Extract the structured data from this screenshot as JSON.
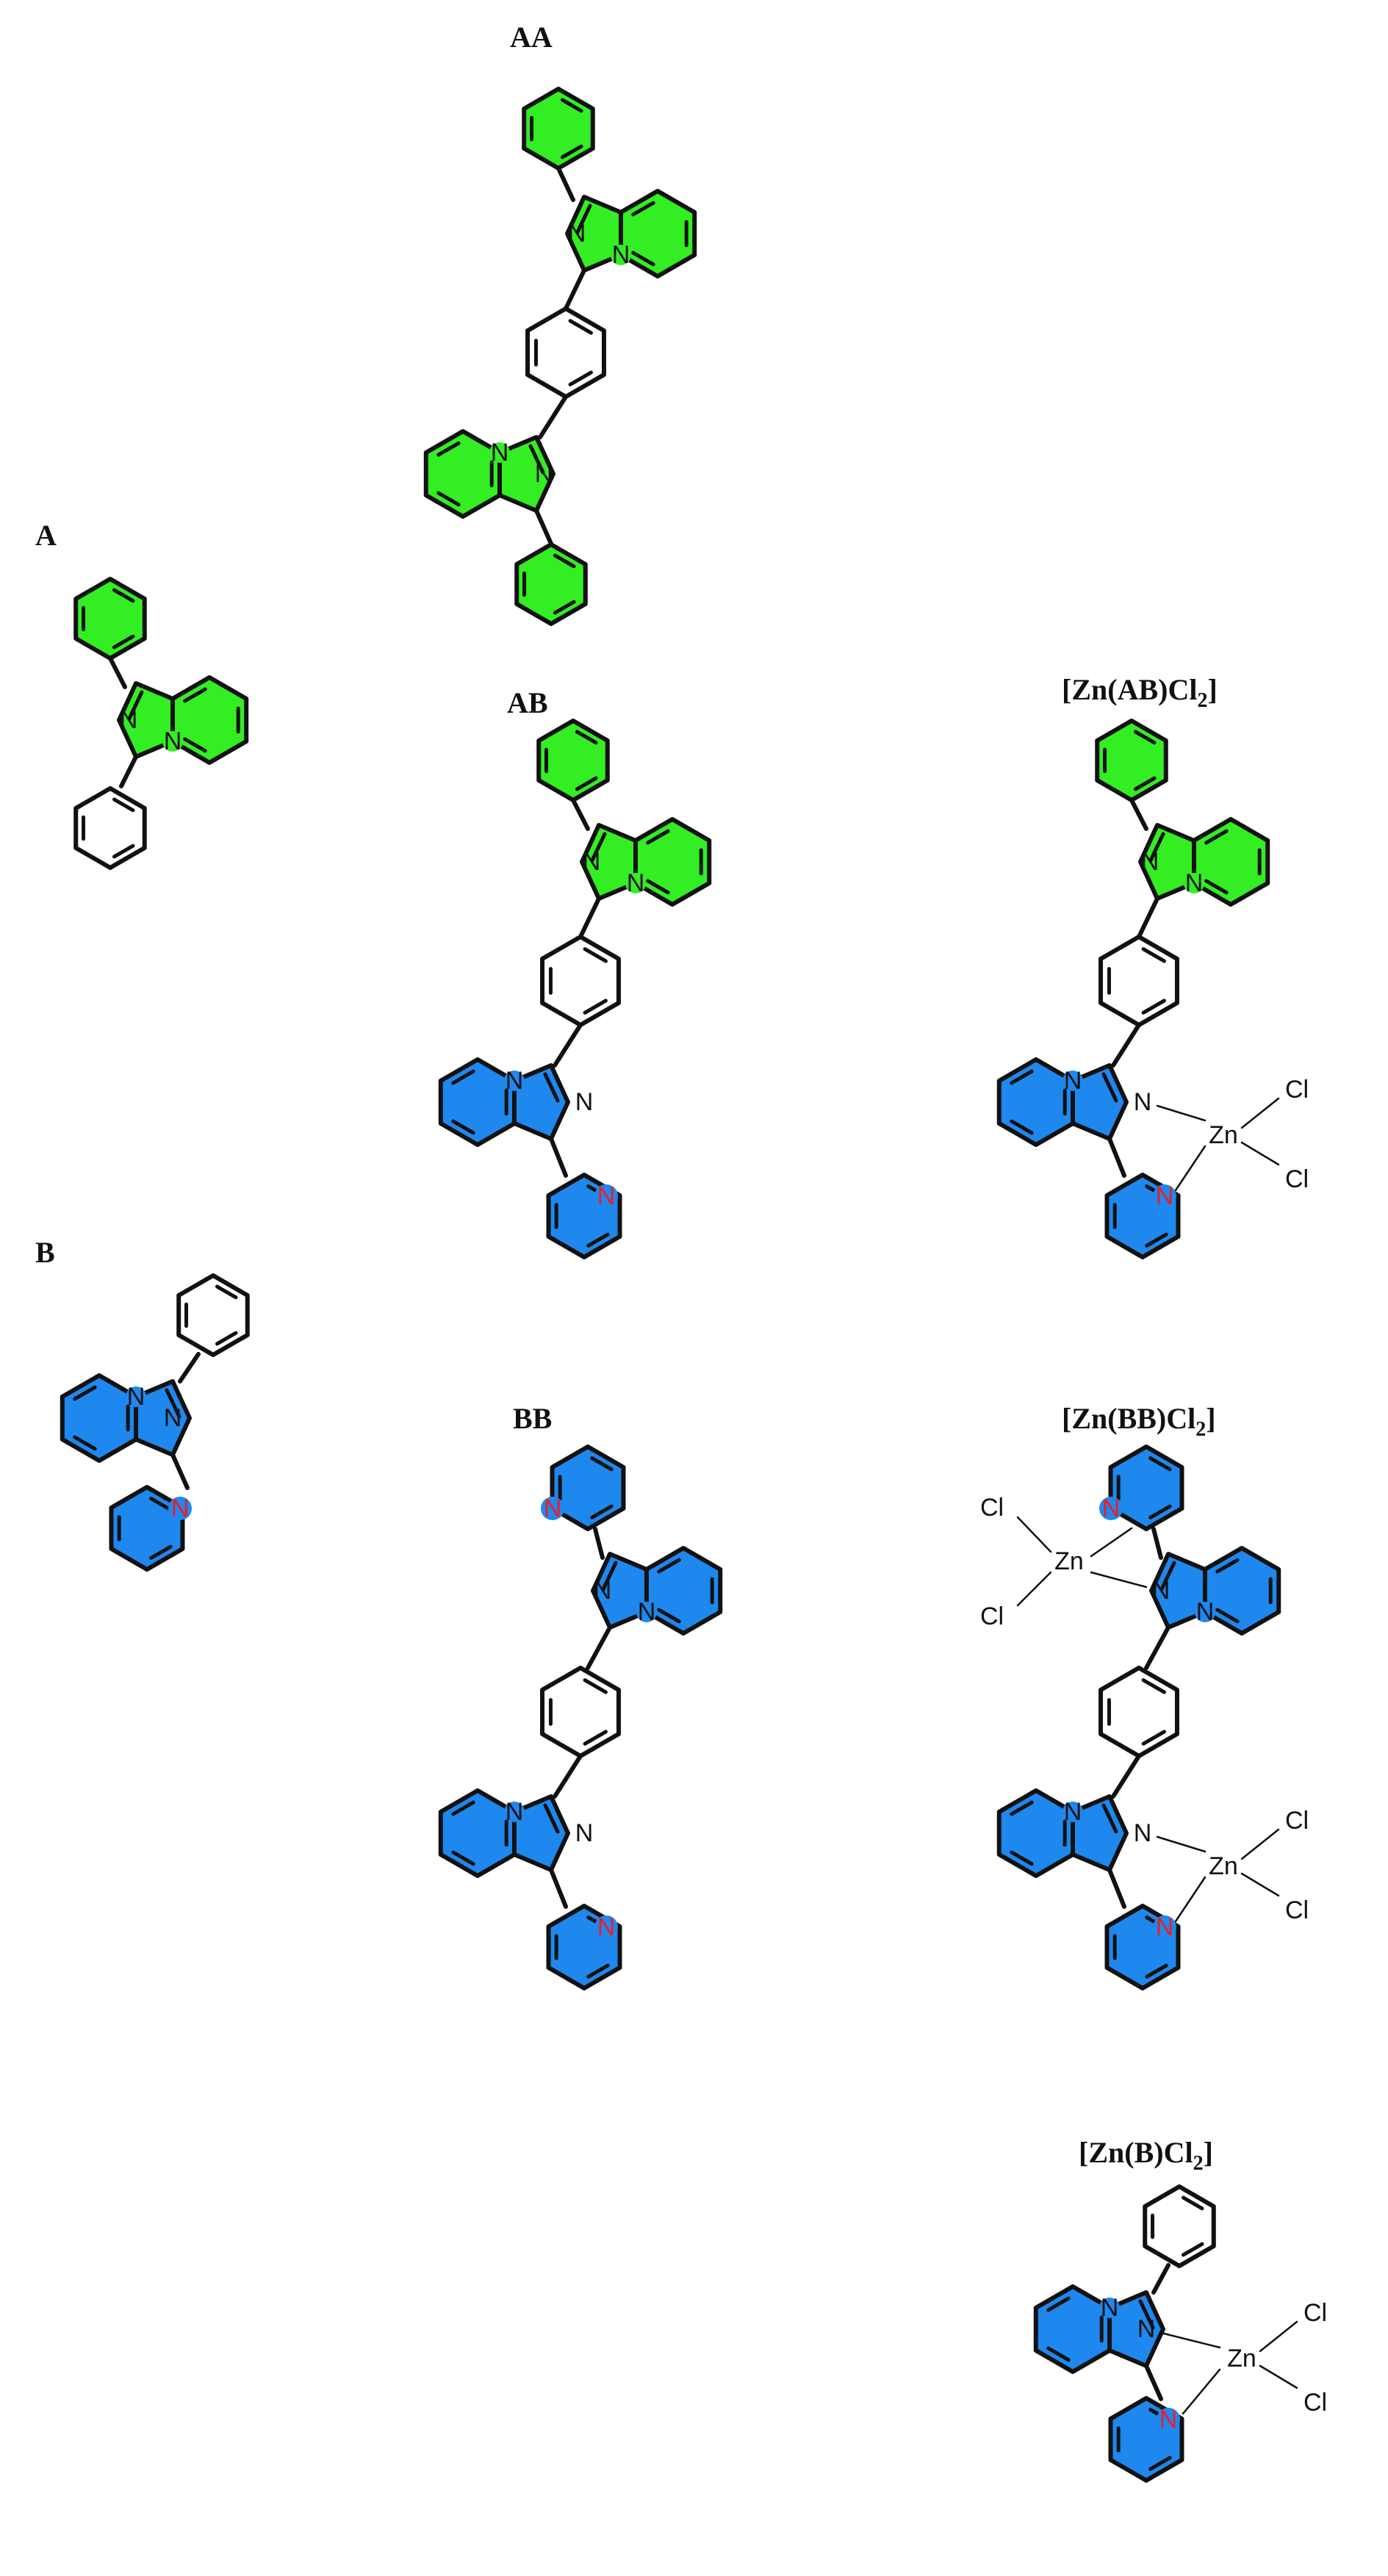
{
  "colors": {
    "green": "#33ee22",
    "blue": "#1e88ee",
    "nitrogen_red": "#ee1c24",
    "bond": "#111111"
  },
  "labels": {
    "AA": "AA",
    "A": "A",
    "AB": "AB",
    "ZnAB": "[Zn(AB)Cl",
    "B": "B",
    "BB": "BB",
    "ZnBB": "[Zn(BB)Cl",
    "ZnB": "[Zn(B)Cl",
    "subscript": "2",
    "close": "]"
  },
  "atoms": {
    "N": "N",
    "Zn": "Zn",
    "Cl": "Cl"
  }
}
